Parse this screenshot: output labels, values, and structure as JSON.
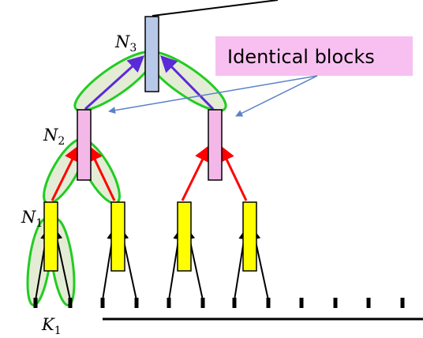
{
  "labels": {
    "n3": {
      "base": "N",
      "sub": "3"
    },
    "n2": {
      "base": "N",
      "sub": "2"
    },
    "n1": {
      "base": "N",
      "sub": "1"
    },
    "k1": {
      "base": "K",
      "sub": "1"
    }
  },
  "callout": {
    "text": "Identical blocks"
  },
  "colors": {
    "root_block": "#b8c8e8",
    "level2_block": "#f4b8e8",
    "leaf_block": "#ffff00",
    "callout_bg": "#f8c0f0",
    "arrow_purple": "#5a2ad8",
    "arrow_red": "#ff0000",
    "arrow_black": "#000000",
    "ellipse_stroke": "#22cc22",
    "ellipse_fill": "#e4ecd6",
    "callout_arrow": "#5a82c8"
  }
}
